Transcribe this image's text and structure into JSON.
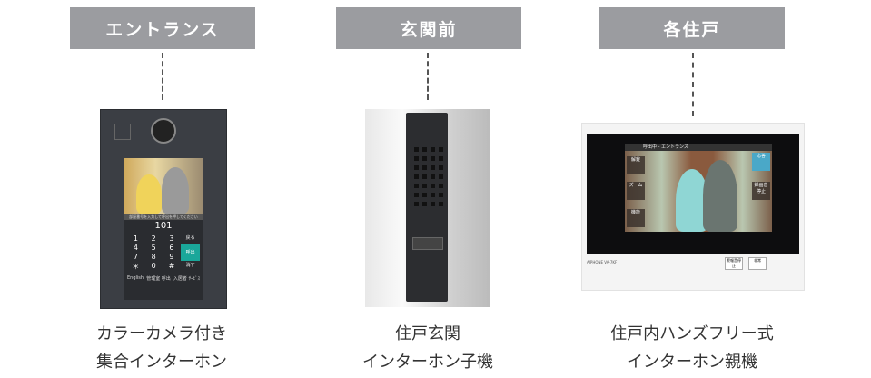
{
  "sections": [
    {
      "header": "エントランス",
      "caption_lines": [
        "カラーカメラ付き",
        "集合インターホン"
      ]
    },
    {
      "header": "玄関前",
      "caption_lines": [
        "住戸玄関",
        "インターホン子機"
      ]
    },
    {
      "header": "各住戸",
      "caption_lines": [
        "住戸内ハンズフリー式",
        "インターホン親機"
      ]
    }
  ],
  "entrance_panel": {
    "message": "部屋番号を入力して呼出を押してください",
    "room_number": "101",
    "delete_label": "消す",
    "back_label": "戻る",
    "call_label": "呼出",
    "keys": [
      "1",
      "2",
      "3",
      "4",
      "5",
      "6",
      "7",
      "8",
      "9",
      "＊",
      "0",
      "#"
    ],
    "bottom": [
      "English",
      "管理室 呼出",
      "入居者 ｻｰﾋﾞｽ"
    ]
  },
  "monitor": {
    "title": "呼出中 - エントランス",
    "left_buttons": [
      "解錠",
      "ズーム",
      "機能"
    ],
    "right_buttons": [
      "応答",
      "録画音 停止"
    ],
    "brand": "AIPHONE VA-7KF",
    "bottom_labels": [
      "警報音停止",
      "非常"
    ]
  },
  "colors": {
    "header_bg": "#9b9ca0",
    "call_button": "#1aa79a"
  }
}
